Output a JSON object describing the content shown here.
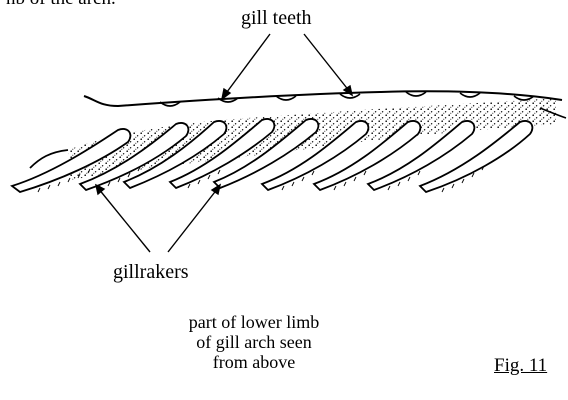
{
  "labels": {
    "top_snippet": "nb of the arch.",
    "gill_teeth": "gill teeth",
    "gillrakers": "gillrakers"
  },
  "caption": {
    "line1": "part of lower limb",
    "line2": "of gill arch seen",
    "line3": "from above"
  },
  "figure_label": "Fig. 11"
}
